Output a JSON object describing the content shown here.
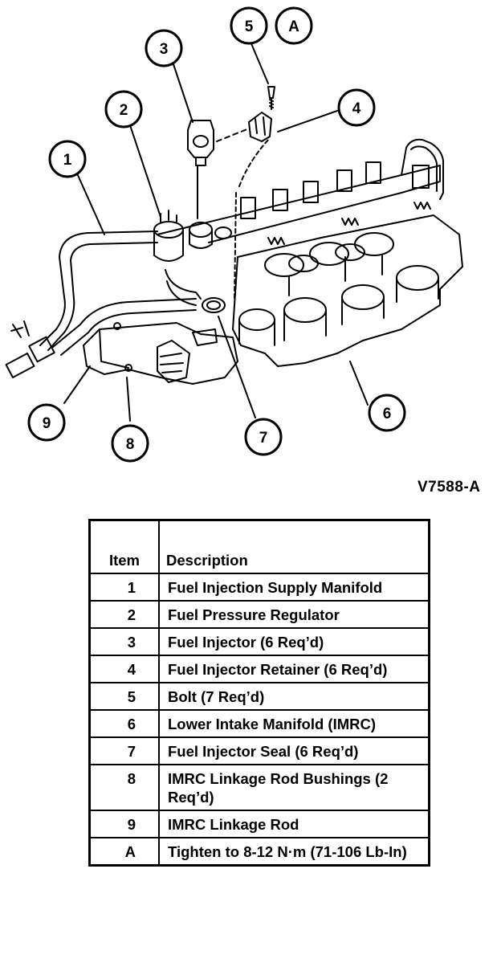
{
  "figure": {
    "id": "V7588-A",
    "callouts": [
      "1",
      "2",
      "3",
      "4",
      "5",
      "A",
      "6",
      "7",
      "8",
      "9"
    ]
  },
  "table": {
    "headers": {
      "item": "Item",
      "description": "Description"
    },
    "rows": [
      {
        "item": "1",
        "description": "Fuel Injection Supply Manifold"
      },
      {
        "item": "2",
        "description": "Fuel Pressure Regulator"
      },
      {
        "item": "3",
        "description": "Fuel Injector (6 Req’d)"
      },
      {
        "item": "4",
        "description": "Fuel Injector Retainer (6 Req’d)"
      },
      {
        "item": "5",
        "description": "Bolt (7 Req’d)"
      },
      {
        "item": "6",
        "description": "Lower Intake Manifold (IMRC)"
      },
      {
        "item": "7",
        "description": "Fuel Injector Seal (6 Req’d)"
      },
      {
        "item": "8",
        "description": "IMRC Linkage Rod Bushings (2 Req’d)"
      },
      {
        "item": "9",
        "description": "IMRC Linkage Rod"
      },
      {
        "item": "A",
        "description": "Tighten to 8-12 N·m (71-106 Lb-In)"
      }
    ]
  }
}
